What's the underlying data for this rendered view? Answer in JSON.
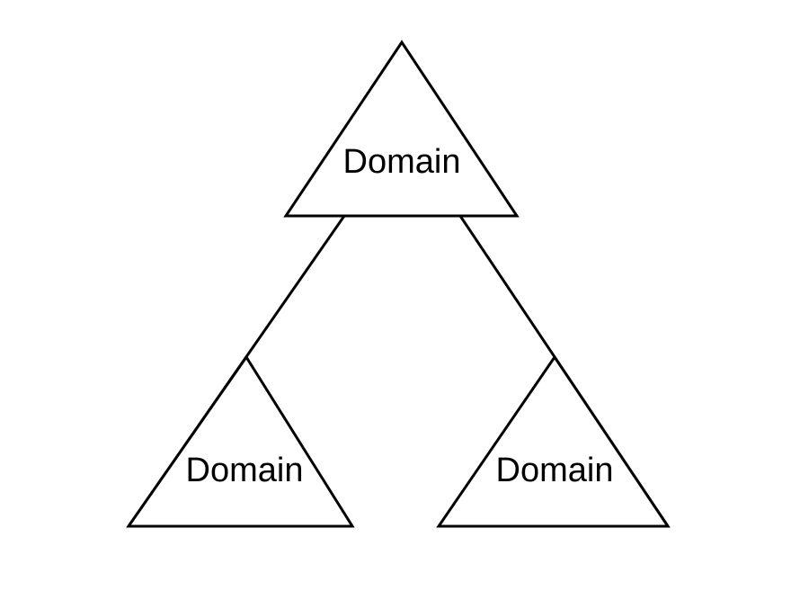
{
  "page": {
    "background_color": "#ffffff"
  },
  "diagram": {
    "type": "triangle-hierarchy",
    "stroke_color": "#000000",
    "fill_color": "#ffffff",
    "text_color": "#000000",
    "nodes": {
      "top": {
        "label": "Domain"
      },
      "bottom_left": {
        "label": "Domain"
      },
      "bottom_right": {
        "label": "Domain"
      }
    },
    "edges": [
      {
        "from": "top",
        "to": "bottom_left"
      },
      {
        "from": "top",
        "to": "bottom_right"
      }
    ]
  }
}
